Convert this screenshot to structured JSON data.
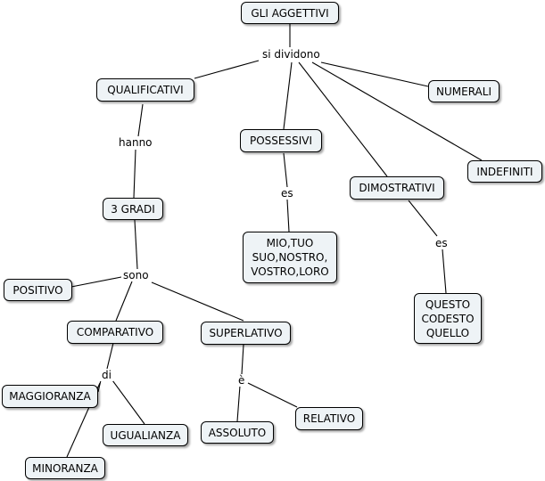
{
  "concepts": {
    "root": "GLI AGGETTIVI",
    "qualificativi": "QUALIFICATIVI",
    "possessivi": "POSSESSIVI",
    "numerali": "NUMERALI",
    "indefiniti": "INDEFINITI",
    "dimostrativi": "DIMOSTRATIVI",
    "tre_gradi": "3 GRADI",
    "poss_examples": "MIO,TUO\nSUO,NOSTRO,\nVOSTRO,LORO",
    "dim_examples": "QUESTO\nCODESTO\nQUELLO",
    "positivo": "POSITIVO",
    "comparativo": "COMPARATIVO",
    "superlativo": "SUPERLATIVO",
    "maggioranza": "MAGGIORANZA",
    "ugualianza": "UGUALIANZA",
    "minoranza": "MINORANZA",
    "assoluto": "ASSOLUTO",
    "relativo": "RELATIVO"
  },
  "phrases": {
    "si_dividono": "si dividono",
    "hanno": "hanno",
    "es_poss": "es",
    "es_dim": "es",
    "sono": "sono",
    "di": "di",
    "e": "è"
  }
}
